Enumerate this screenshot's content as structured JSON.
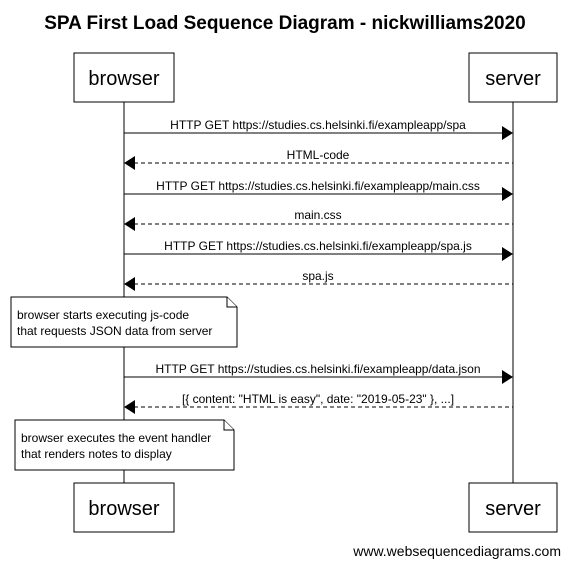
{
  "title": "SPA First Load Sequence Diagram - nickwilliams2020",
  "participants": {
    "left": "browser",
    "right": "server"
  },
  "messages": [
    {
      "text": "HTTP GET https://studies.cs.helsinki.fi/exampleapp/spa",
      "direction": "right",
      "style": "solid"
    },
    {
      "text": "HTML-code",
      "direction": "left",
      "style": "dashed"
    },
    {
      "text": "HTTP GET https://studies.cs.helsinki.fi/exampleapp/main.css",
      "direction": "right",
      "style": "solid"
    },
    {
      "text": "main.css",
      "direction": "left",
      "style": "dashed"
    },
    {
      "text": "HTTP GET https://studies.cs.helsinki.fi/exampleapp/spa.js",
      "direction": "right",
      "style": "solid"
    },
    {
      "text": "spa.js",
      "direction": "left",
      "style": "dashed"
    },
    {
      "text": "HTTP GET https://studies.cs.helsinki.fi/exampleapp/data.json",
      "direction": "right",
      "style": "solid"
    },
    {
      "text": "[{ content: \"HTML is easy\", date: \"2019-05-23\" }, ...]",
      "direction": "left",
      "style": "dashed"
    }
  ],
  "notes": [
    {
      "lines": [
        "browser starts executing js-code",
        "that requests JSON data from server"
      ]
    },
    {
      "lines": [
        "browser executes the event handler",
        "that renders notes to display"
      ]
    }
  ],
  "footer": "www.websequencediagrams.com"
}
